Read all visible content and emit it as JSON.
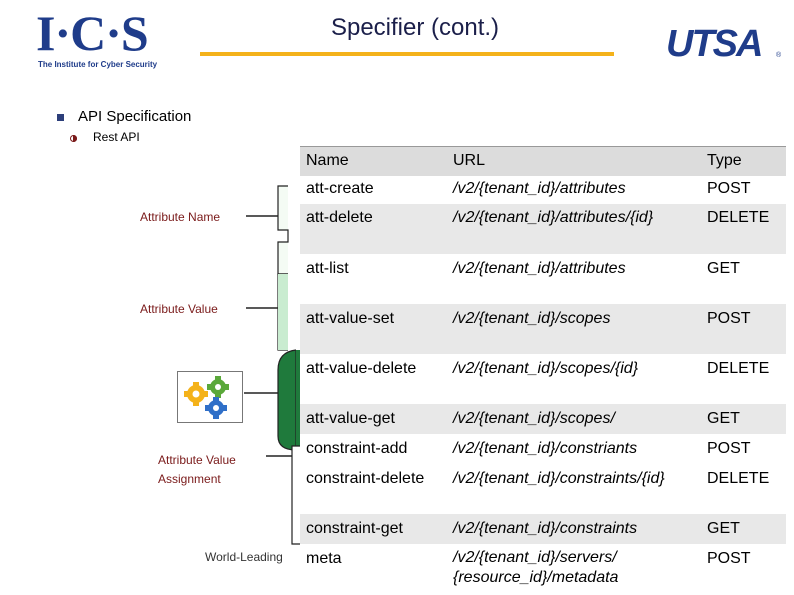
{
  "header": {
    "ics_logo": "I·C·S",
    "ics_tagline": "The Institute for Cyber Security",
    "title": "Specifier (cont.)",
    "utsa_logo": "UTSA",
    "utsa_reg": "®"
  },
  "bullets": {
    "level1": "API Specification",
    "level2": "Rest API"
  },
  "side_labels": {
    "attribute_name": "Attribute Name",
    "attribute_value": "Attribute  Value",
    "assignment_line1": "Attribute Value",
    "assignment_line2": "Assignment",
    "footer_fragment": "World-Leading"
  },
  "colors": {
    "navy": "#1f3c8a",
    "gold": "#f4b21a",
    "brace_name": "#f4fbf4",
    "brace_value": "#c9ecd0",
    "brace_assign": "#1f7a3c"
  },
  "table": {
    "columns": [
      "Name",
      "URL",
      "Type"
    ],
    "rows": [
      {
        "name": "att-create",
        "url": "/v2/{tenant_id}/attributes",
        "type": "POST"
      },
      {
        "name": "att-delete",
        "url": "/v2/{tenant_id}/attributes/{id}",
        "type": "DELETE"
      },
      {
        "name": "att-list",
        "url": "/v2/{tenant_id}/attributes",
        "type": "GET"
      },
      {
        "name": "att-value-set",
        "url": "/v2/{tenant_id}/scopes",
        "type": "POST"
      },
      {
        "name": "att-value-delete",
        "url": "/v2/{tenant_id}/scopes/{id}",
        "type": "DELETE"
      },
      {
        "name": "att-value-get",
        "url": "/v2/{tenant_id}/scopes/",
        "type": "GET"
      },
      {
        "name": "constraint-add",
        "url": "/v2/{tenant_id}/constriants",
        "type": "POST"
      },
      {
        "name": "constraint-delete",
        "url": "/v2/{tenant_id}/constraints/{id}",
        "type": "DELETE"
      },
      {
        "name": "constraint-get",
        "url": "/v2/{tenant_id}/constraints",
        "type": "GET"
      },
      {
        "name": "meta",
        "url": "/v2/{tenant_id}/servers/",
        "url_line2": "{resource_id}/metadata",
        "type": "POST"
      }
    ]
  }
}
